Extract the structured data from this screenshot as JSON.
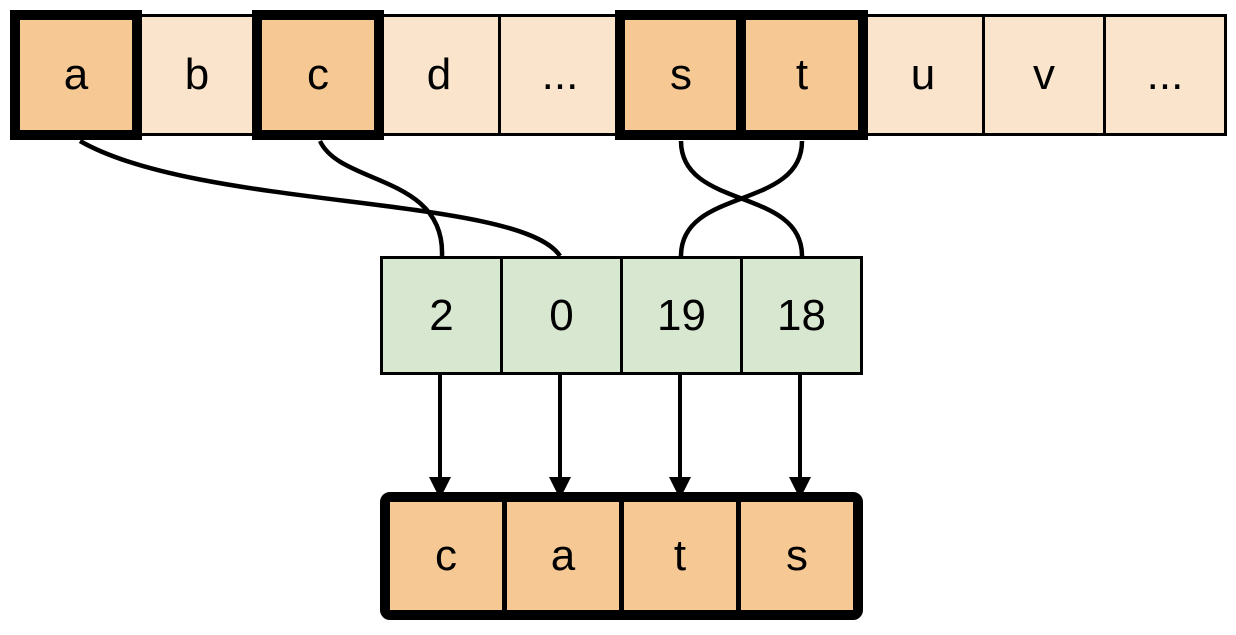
{
  "alphabet_row": {
    "description": "character array",
    "cells": [
      {
        "label": "a",
        "highlighted": true
      },
      {
        "label": "b",
        "highlighted": false
      },
      {
        "label": "c",
        "highlighted": true
      },
      {
        "label": "d",
        "highlighted": false
      },
      {
        "label": "...",
        "highlighted": false
      },
      {
        "label": "s",
        "highlighted": true
      },
      {
        "label": "t",
        "highlighted": true
      },
      {
        "label": "u",
        "highlighted": false
      },
      {
        "label": "v",
        "highlighted": false
      },
      {
        "label": "...",
        "highlighted": false
      }
    ]
  },
  "index_row": {
    "description": "index array",
    "cells": [
      {
        "value": "2"
      },
      {
        "value": "0"
      },
      {
        "value": "19"
      },
      {
        "value": "18"
      }
    ]
  },
  "output_row": {
    "description": "output word array",
    "cells": [
      {
        "label": "c"
      },
      {
        "label": "a"
      },
      {
        "label": "t"
      },
      {
        "label": "s"
      }
    ],
    "word": "cats"
  },
  "connections": {
    "curves": [
      {
        "from_letter": "a",
        "to_index_value": "0"
      },
      {
        "from_letter": "c",
        "to_index_value": "2"
      },
      {
        "from_letter": "s",
        "to_index_value": "18"
      },
      {
        "from_letter": "t",
        "to_index_value": "19"
      }
    ],
    "arrows": [
      {
        "from_index_value": "2",
        "to_output_letter": "c"
      },
      {
        "from_index_value": "0",
        "to_output_letter": "a"
      },
      {
        "from_index_value": "19",
        "to_output_letter": "t"
      },
      {
        "from_index_value": "18",
        "to_output_letter": "s"
      }
    ]
  },
  "colors": {
    "highlight_fill": "#f6c894",
    "base_fill": "#fae5cc",
    "index_fill": "#d8e8d0",
    "line": "#000000",
    "background": "#ffffff"
  }
}
